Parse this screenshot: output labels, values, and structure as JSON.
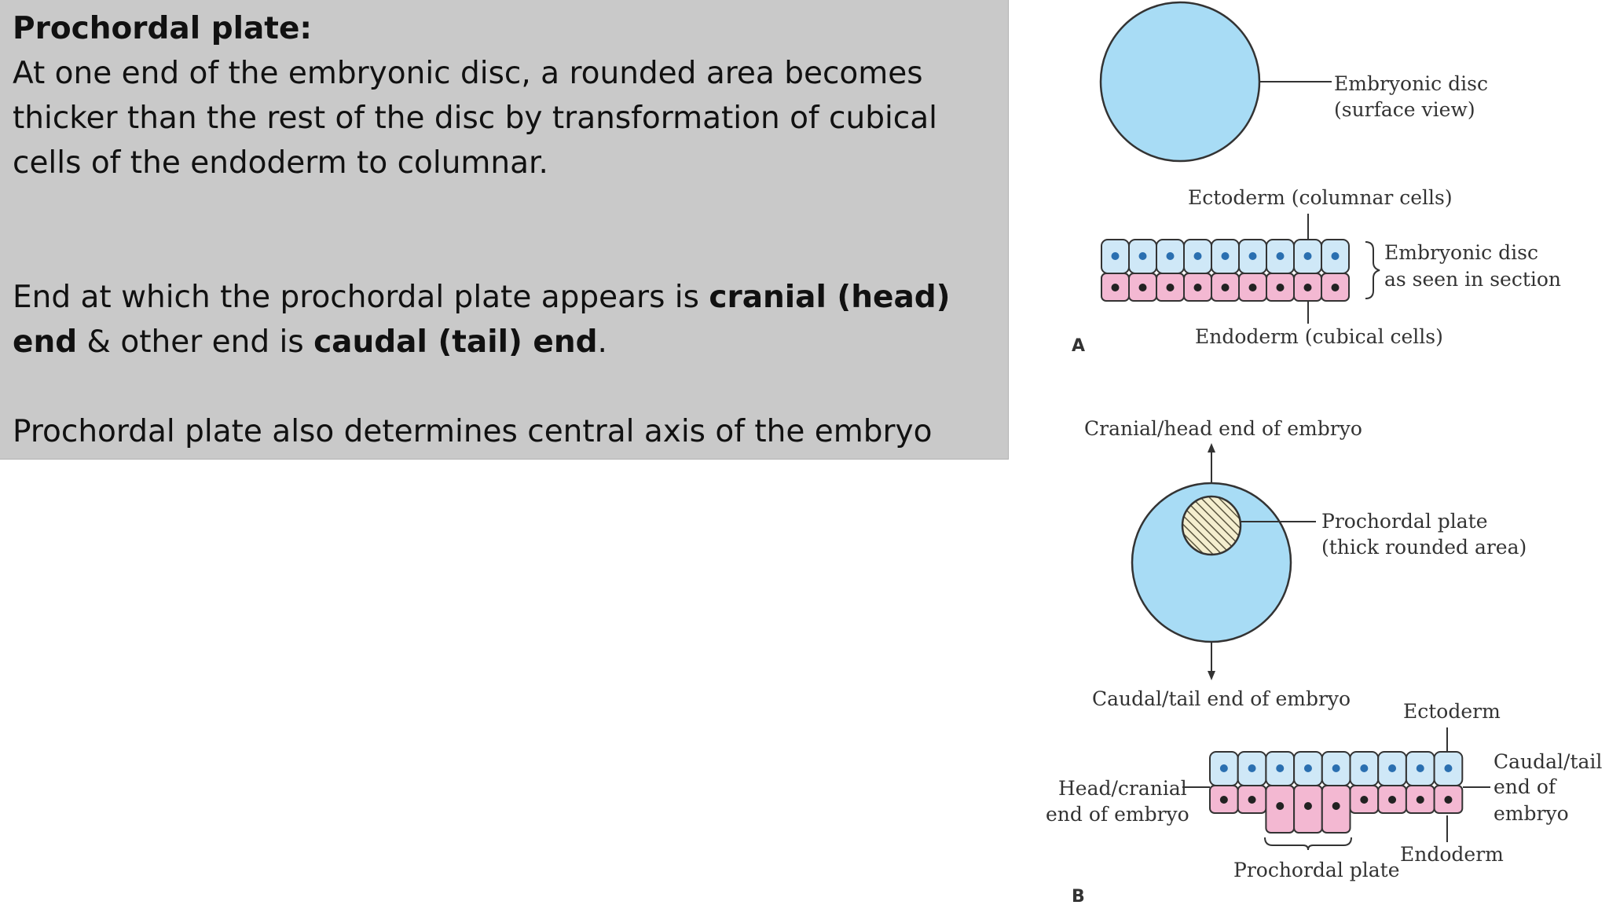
{
  "text_panel": {
    "heading": "Prochordal plate:",
    "para1": "At one end of the embryonic disc, a rounded area becomes thicker than the rest of the disc by transformation of cubical cells of the endoderm to columnar.",
    "para2_pre": "End at which the prochordal plate appears is ",
    "para2_bold1": "cranial (head) end",
    "para2_mid": " & other end is ",
    "para2_bold2": "caudal (tail) end",
    "para2_post": ".",
    "para3": "Prochordal plate also determines central axis of the embryo"
  },
  "diagram": {
    "colors": {
      "disc_fill": "#a8dcf5",
      "ecto_fill": "#cfe8f7",
      "endo_fill": "#f3b8d2",
      "line": "#333333"
    },
    "panel_a": {
      "label": "A",
      "disc_label_1": "Embryonic disc",
      "disc_label_2": "(surface view)",
      "ectoderm_label": "Ectoderm (columnar cells)",
      "section_label_1": "Embryonic disc",
      "section_label_2": "as seen in section",
      "endoderm_label": "Endoderm (cubical cells)"
    },
    "panel_b": {
      "label": "B",
      "cranial_label": "Cranial/head end of embryo",
      "plate_label_1": "Prochordal plate",
      "plate_label_2": "(thick rounded area)",
      "caudal_label": "Caudal/tail end of embryo",
      "ectoderm_label": "Ectoderm",
      "head_label_1": "Head/cranial",
      "head_label_2": "end of embryo",
      "tail_label_1": "Caudal/tail",
      "tail_label_2": "end of",
      "tail_label_3": "embryo",
      "endoderm_label": "Endoderm",
      "plate_section_label": "Prochordal plate"
    }
  }
}
